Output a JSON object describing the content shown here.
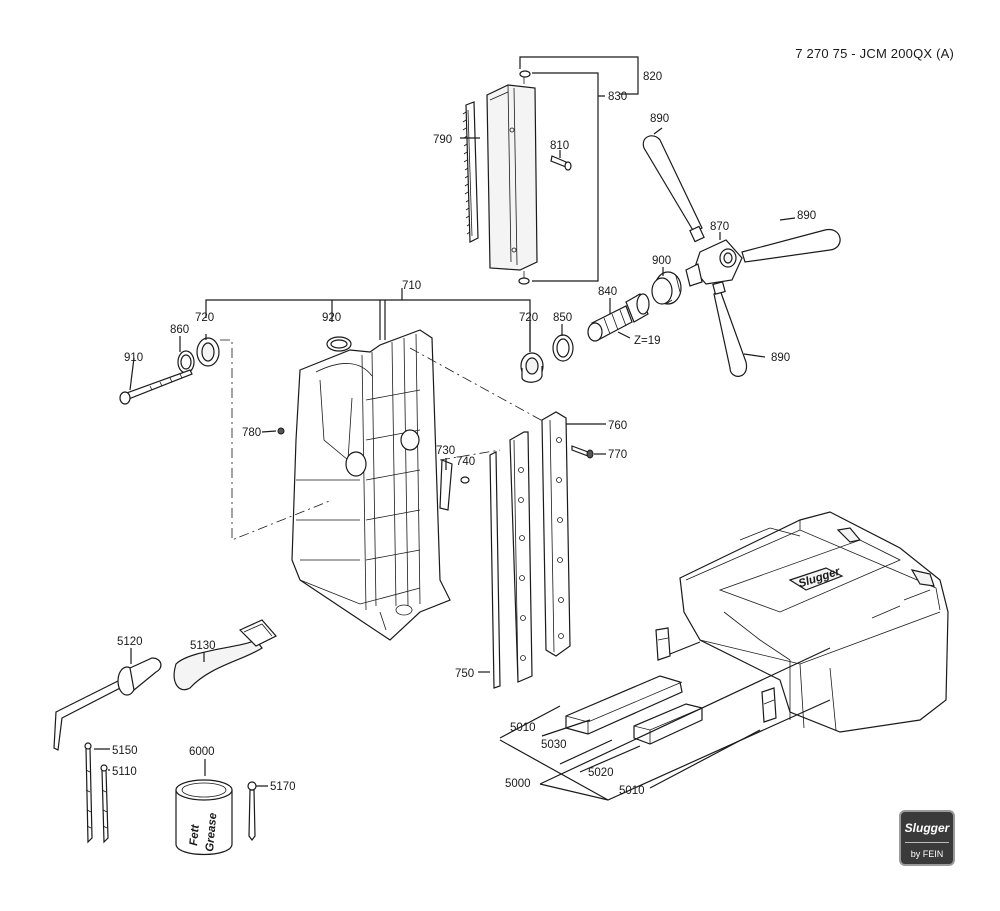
{
  "document": {
    "title": "7 270 75 - JCM 200QX (A)"
  },
  "labels": {
    "p820": "820",
    "p830": "830",
    "p790": "790",
    "p810": "810",
    "p890a": "890",
    "p890b": "890",
    "p890c": "890",
    "p870": "870",
    "p900": "900",
    "p840": "840",
    "z19": "Z=19",
    "p710": "710",
    "p920": "920",
    "p720a": "720",
    "p720b": "720",
    "p860": "860",
    "p850": "850",
    "p910": "910",
    "p780": "780",
    "p760": "760",
    "p770": "770",
    "p730": "730",
    "p740": "740",
    "p750": "750",
    "p5120": "5120",
    "p5130": "5130",
    "p5150": "5150",
    "p5110": "5110",
    "p6000": "6000",
    "p5170": "5170",
    "p5010a": "5010",
    "p5030": "5030",
    "p5000": "5000",
    "p5020": "5020",
    "p5010b": "5010"
  },
  "grease_can": {
    "line1": "Fett",
    "line2": "Grease"
  },
  "case_logo_text": "Slugger",
  "logo": {
    "brand": "Slugger",
    "sub": "by FEIN"
  }
}
